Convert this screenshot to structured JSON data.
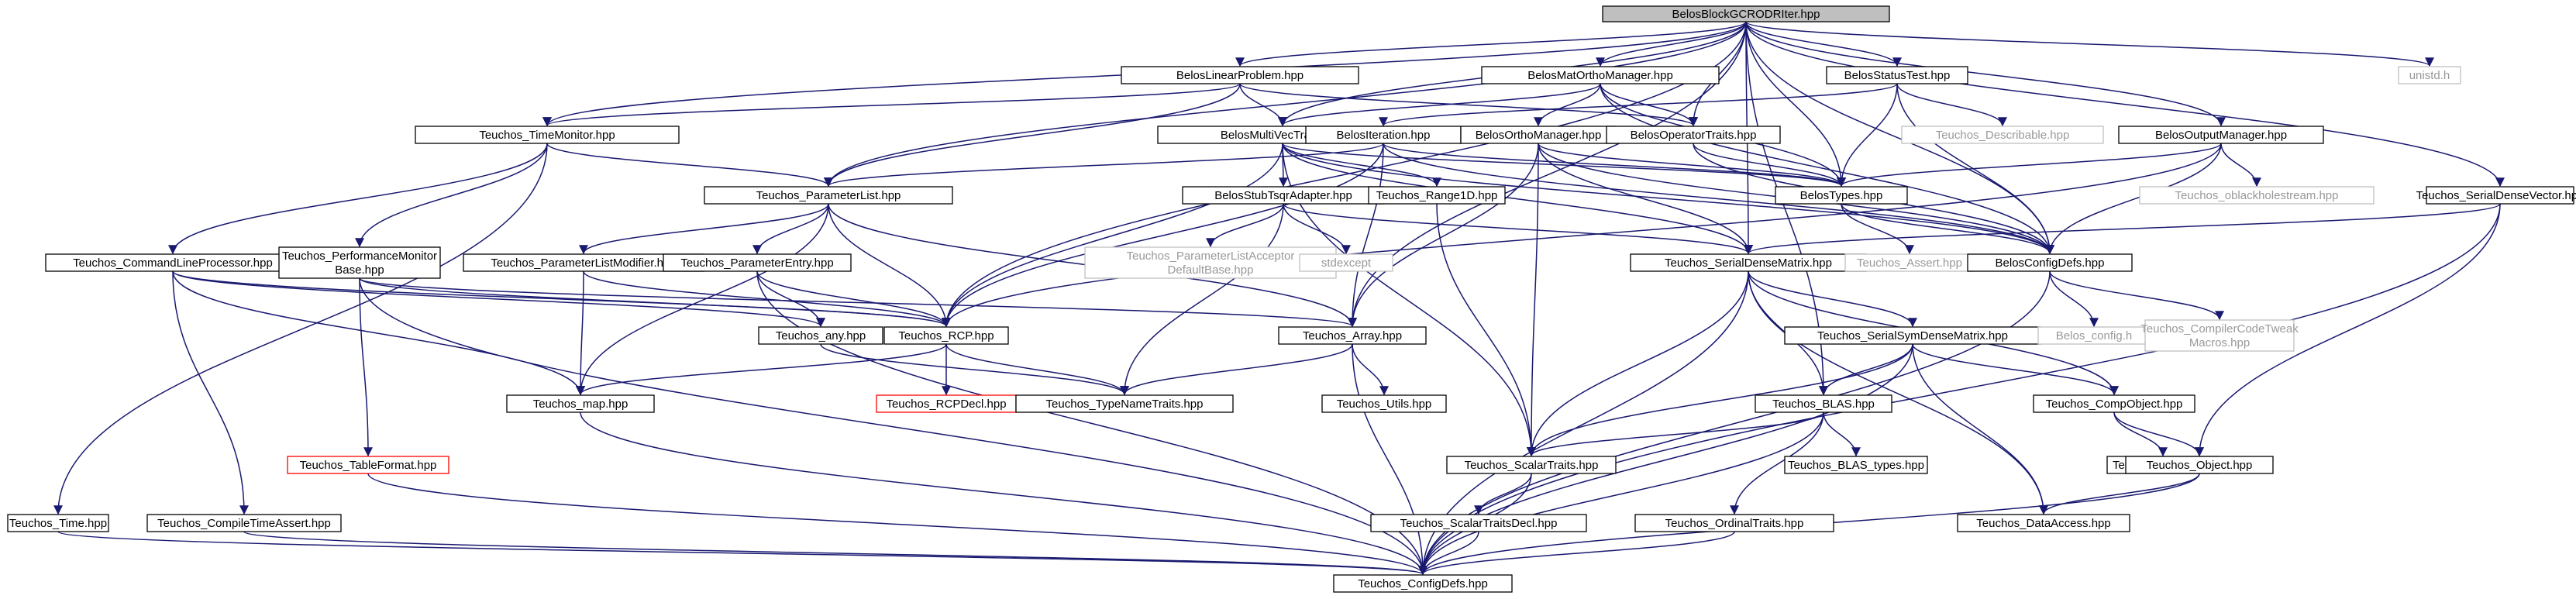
{
  "colors": {
    "edge": "#191970",
    "root_fill": "#bfbfbf",
    "box_fill": "#ffffff",
    "box_border": "#000000",
    "undocumented_border": "#ff0000",
    "external_border": "#bfbfbf",
    "external_text": "#999999"
  },
  "nodes": [
    {
      "id": "root",
      "lines": [
        "BelosBlockGCRODRIter.hpp"
      ],
      "kind": "root"
    },
    {
      "id": "linprob",
      "lines": [
        "BelosLinearProblem.hpp"
      ],
      "kind": "normal"
    },
    {
      "id": "matortho",
      "lines": [
        "BelosMatOrthoManager.hpp"
      ],
      "kind": "normal"
    },
    {
      "id": "status",
      "lines": [
        "BelosStatusTest.hpp"
      ],
      "kind": "normal"
    },
    {
      "id": "unistd",
      "lines": [
        "unistd.h"
      ],
      "kind": "external"
    },
    {
      "id": "timemon",
      "lines": [
        "Teuchos_TimeMonitor.hpp"
      ],
      "kind": "normal"
    },
    {
      "id": "multivec",
      "lines": [
        "BelosMultiVecTraits.hpp"
      ],
      "kind": "normal"
    },
    {
      "id": "iteration",
      "lines": [
        "BelosIteration.hpp"
      ],
      "kind": "normal"
    },
    {
      "id": "orthoman",
      "lines": [
        "BelosOrthoManager.hpp"
      ],
      "kind": "normal"
    },
    {
      "id": "optraits",
      "lines": [
        "BelosOperatorTraits.hpp"
      ],
      "kind": "normal"
    },
    {
      "id": "describable",
      "lines": [
        "Teuchos_Describable.hpp"
      ],
      "kind": "external"
    },
    {
      "id": "outman",
      "lines": [
        "BelosOutputManager.hpp"
      ],
      "kind": "normal"
    },
    {
      "id": "paramlist",
      "lines": [
        "Teuchos_ParameterList.hpp"
      ],
      "kind": "normal"
    },
    {
      "id": "stubtsqr",
      "lines": [
        "BelosStubTsqrAdapter.hpp"
      ],
      "kind": "normal"
    },
    {
      "id": "range1d",
      "lines": [
        "Teuchos_Range1D.hpp"
      ],
      "kind": "normal"
    },
    {
      "id": "belostypes",
      "lines": [
        "BelosTypes.hpp"
      ],
      "kind": "normal"
    },
    {
      "id": "oblack",
      "lines": [
        "Teuchos_oblackholestream.hpp"
      ],
      "kind": "external"
    },
    {
      "id": "serdensevec",
      "lines": [
        "Teuchos_SerialDenseVector.hpp"
      ],
      "kind": "normal"
    },
    {
      "id": "cmdline",
      "lines": [
        "Teuchos_CommandLineProcessor.hpp"
      ],
      "kind": "normal"
    },
    {
      "id": "perfmon",
      "lines": [
        "Teuchos_PerformanceMonitor",
        "Base.hpp"
      ],
      "kind": "normal"
    },
    {
      "id": "plmodifier",
      "lines": [
        "Teuchos_ParameterListModifier.hpp"
      ],
      "kind": "normal"
    },
    {
      "id": "paramentry",
      "lines": [
        "Teuchos_ParameterEntry.hpp"
      ],
      "kind": "normal"
    },
    {
      "id": "placcept",
      "lines": [
        "Teuchos_ParameterListAcceptor",
        "DefaultBase.hpp"
      ],
      "kind": "external"
    },
    {
      "id": "stdexcept",
      "lines": [
        "stdexcept"
      ],
      "kind": "external"
    },
    {
      "id": "serdensemat",
      "lines": [
        "Teuchos_SerialDenseMatrix.hpp"
      ],
      "kind": "normal"
    },
    {
      "id": "assert",
      "lines": [
        "Teuchos_Assert.hpp"
      ],
      "kind": "external"
    },
    {
      "id": "belosconfig",
      "lines": [
        "BelosConfigDefs.hpp"
      ],
      "kind": "normal"
    },
    {
      "id": "any",
      "lines": [
        "Teuchos_any.hpp"
      ],
      "kind": "normal"
    },
    {
      "id": "rcp",
      "lines": [
        "Teuchos_RCP.hpp"
      ],
      "kind": "normal"
    },
    {
      "id": "array",
      "lines": [
        "Teuchos_Array.hpp"
      ],
      "kind": "normal"
    },
    {
      "id": "sersym",
      "lines": [
        "Teuchos_SerialSymDenseMatrix.hpp"
      ],
      "kind": "normal"
    },
    {
      "id": "belos_config_h",
      "lines": [
        "Belos_config.h"
      ],
      "kind": "external"
    },
    {
      "id": "compilertweak",
      "lines": [
        "Teuchos_CompilerCodeTweak",
        "Macros.hpp"
      ],
      "kind": "external"
    },
    {
      "id": "map",
      "lines": [
        "Teuchos_map.hpp"
      ],
      "kind": "normal"
    },
    {
      "id": "rcpdecl",
      "lines": [
        "Teuchos_RCPDecl.hpp"
      ],
      "kind": "undocumented"
    },
    {
      "id": "typename",
      "lines": [
        "Teuchos_TypeNameTraits.hpp"
      ],
      "kind": "normal"
    },
    {
      "id": "utils",
      "lines": [
        "Teuchos_Utils.hpp"
      ],
      "kind": "normal"
    },
    {
      "id": "blas",
      "lines": [
        "Teuchos_BLAS.hpp"
      ],
      "kind": "normal"
    },
    {
      "id": "compobj",
      "lines": [
        "Teuchos_CompObject.hpp"
      ],
      "kind": "normal"
    },
    {
      "id": "tableformat",
      "lines": [
        "Teuchos_TableFormat.hpp"
      ],
      "kind": "undocumented"
    },
    {
      "id": "scalartraits",
      "lines": [
        "Teuchos_ScalarTraits.hpp"
      ],
      "kind": "normal"
    },
    {
      "id": "blastypes",
      "lines": [
        "Teuchos_BLAS_types.hpp"
      ],
      "kind": "normal"
    },
    {
      "id": "flops",
      "lines": [
        "Teuchos_Flops.hpp"
      ],
      "kind": "normal"
    },
    {
      "id": "object",
      "lines": [
        "Teuchos_Object.hpp"
      ],
      "kind": "normal"
    },
    {
      "id": "time",
      "lines": [
        "Teuchos_Time.hpp"
      ],
      "kind": "normal"
    },
    {
      "id": "compiletime",
      "lines": [
        "Teuchos_CompileTimeAssert.hpp"
      ],
      "kind": "normal"
    },
    {
      "id": "scalardecl",
      "lines": [
        "Teuchos_ScalarTraitsDecl.hpp"
      ],
      "kind": "normal"
    },
    {
      "id": "ordinal",
      "lines": [
        "Teuchos_OrdinalTraits.hpp"
      ],
      "kind": "normal"
    },
    {
      "id": "dataaccess",
      "lines": [
        "Teuchos_DataAccess.hpp"
      ],
      "kind": "normal"
    },
    {
      "id": "teuchosconfig",
      "lines": [
        "Teuchos_ConfigDefs.hpp"
      ],
      "kind": "normal"
    }
  ],
  "edges": [
    [
      "root",
      "linprob"
    ],
    [
      "root",
      "matortho"
    ],
    [
      "root",
      "status"
    ],
    [
      "root",
      "unistd"
    ],
    [
      "root",
      "timemon"
    ],
    [
      "root",
      "multivec"
    ],
    [
      "root",
      "optraits"
    ],
    [
      "root",
      "outman"
    ],
    [
      "root",
      "paramlist"
    ],
    [
      "root",
      "belostypes"
    ],
    [
      "root",
      "serdensevec"
    ],
    [
      "root",
      "serdensemat"
    ],
    [
      "root",
      "belosconfig"
    ],
    [
      "root",
      "rcp"
    ],
    [
      "root",
      "array"
    ],
    [
      "root",
      "blas"
    ],
    [
      "linprob",
      "timemon"
    ],
    [
      "linprob",
      "multivec"
    ],
    [
      "linprob",
      "optraits"
    ],
    [
      "linprob",
      "paramlist"
    ],
    [
      "matortho",
      "multivec"
    ],
    [
      "matortho",
      "optraits"
    ],
    [
      "matortho",
      "orthoman"
    ],
    [
      "matortho",
      "belostypes"
    ],
    [
      "matortho",
      "belosconfig"
    ],
    [
      "status",
      "iteration"
    ],
    [
      "status",
      "describable"
    ],
    [
      "status",
      "belostypes"
    ],
    [
      "status",
      "belosconfig"
    ],
    [
      "timemon",
      "paramlist"
    ],
    [
      "timemon",
      "cmdline"
    ],
    [
      "timemon",
      "perfmon"
    ],
    [
      "timemon",
      "time"
    ],
    [
      "multivec",
      "stubtsqr"
    ],
    [
      "multivec",
      "range1d"
    ],
    [
      "multivec",
      "rcp"
    ],
    [
      "multivec",
      "belostypes"
    ],
    [
      "multivec",
      "belosconfig"
    ],
    [
      "multivec",
      "serdensemat"
    ],
    [
      "multivec",
      "scalartraits"
    ],
    [
      "iteration",
      "paramlist"
    ],
    [
      "iteration",
      "belostypes"
    ],
    [
      "iteration",
      "belosconfig"
    ],
    [
      "iteration",
      "rcp"
    ],
    [
      "iteration",
      "array"
    ],
    [
      "orthoman",
      "belostypes"
    ],
    [
      "orthoman",
      "belosconfig"
    ],
    [
      "orthoman",
      "serdensemat"
    ],
    [
      "orthoman",
      "array"
    ],
    [
      "orthoman",
      "scalartraits"
    ],
    [
      "optraits",
      "belostypes"
    ],
    [
      "optraits",
      "belosconfig"
    ],
    [
      "outman",
      "belostypes"
    ],
    [
      "outman",
      "belosconfig"
    ],
    [
      "outman",
      "oblack"
    ],
    [
      "outman",
      "rcp"
    ],
    [
      "paramlist",
      "plmodifier"
    ],
    [
      "paramlist",
      "paramentry"
    ],
    [
      "paramlist",
      "rcp"
    ],
    [
      "paramlist",
      "map"
    ],
    [
      "paramlist",
      "array"
    ],
    [
      "stubtsqr",
      "placcept"
    ],
    [
      "stubtsqr",
      "stdexcept"
    ],
    [
      "stubtsqr",
      "serdensemat"
    ],
    [
      "stubtsqr",
      "typename"
    ],
    [
      "range1d",
      "scalartraits"
    ],
    [
      "belostypes",
      "assert"
    ],
    [
      "belostypes",
      "belosconfig"
    ],
    [
      "serdensevec",
      "serdensemat"
    ],
    [
      "serdensevec",
      "object"
    ],
    [
      "serdensevec",
      "teuchosconfig"
    ],
    [
      "cmdline",
      "any"
    ],
    [
      "cmdline",
      "map"
    ],
    [
      "cmdline",
      "compiletime"
    ],
    [
      "cmdline",
      "rcp"
    ],
    [
      "perfmon",
      "tableformat"
    ],
    [
      "perfmon",
      "array"
    ],
    [
      "perfmon",
      "teuchosconfig"
    ],
    [
      "perfmon",
      "rcp"
    ],
    [
      "plmodifier",
      "rcp"
    ],
    [
      "plmodifier",
      "map"
    ],
    [
      "paramentry",
      "any"
    ],
    [
      "paramentry",
      "rcp"
    ],
    [
      "paramentry",
      "teuchosconfig"
    ],
    [
      "serdensemat",
      "sersym"
    ],
    [
      "serdensemat",
      "blas"
    ],
    [
      "serdensemat",
      "compobj"
    ],
    [
      "serdensemat",
      "dataaccess"
    ],
    [
      "serdensemat",
      "scalartraits"
    ],
    [
      "serdensemat",
      "teuchosconfig"
    ],
    [
      "belosconfig",
      "belos_config_h"
    ],
    [
      "belosconfig",
      "compilertweak"
    ],
    [
      "belosconfig",
      "teuchosconfig"
    ],
    [
      "any",
      "typename"
    ],
    [
      "rcp",
      "rcpdecl"
    ],
    [
      "rcp",
      "typename"
    ],
    [
      "rcp",
      "map"
    ],
    [
      "array",
      "typename"
    ],
    [
      "array",
      "utils"
    ],
    [
      "array",
      "teuchosconfig"
    ],
    [
      "sersym",
      "blas"
    ],
    [
      "sersym",
      "compobj"
    ],
    [
      "sersym",
      "dataaccess"
    ],
    [
      "sersym",
      "scalartraits"
    ],
    [
      "sersym",
      "teuchosconfig"
    ],
    [
      "blas",
      "blastypes"
    ],
    [
      "blas",
      "scalartraits"
    ],
    [
      "blas",
      "ordinal"
    ],
    [
      "blas",
      "teuchosconfig"
    ],
    [
      "compobj",
      "flops"
    ],
    [
      "compobj",
      "object"
    ],
    [
      "scalartraits",
      "scalardecl"
    ],
    [
      "scalartraits",
      "teuchosconfig"
    ],
    [
      "object",
      "dataaccess"
    ],
    [
      "object",
      "teuchosconfig"
    ],
    [
      "tableformat",
      "teuchosconfig"
    ],
    [
      "time",
      "teuchosconfig"
    ],
    [
      "compiletime",
      "teuchosconfig"
    ],
    [
      "scalardecl",
      "teuchosconfig"
    ],
    [
      "ordinal",
      "teuchosconfig"
    ],
    [
      "map",
      "teuchosconfig"
    ]
  ]
}
